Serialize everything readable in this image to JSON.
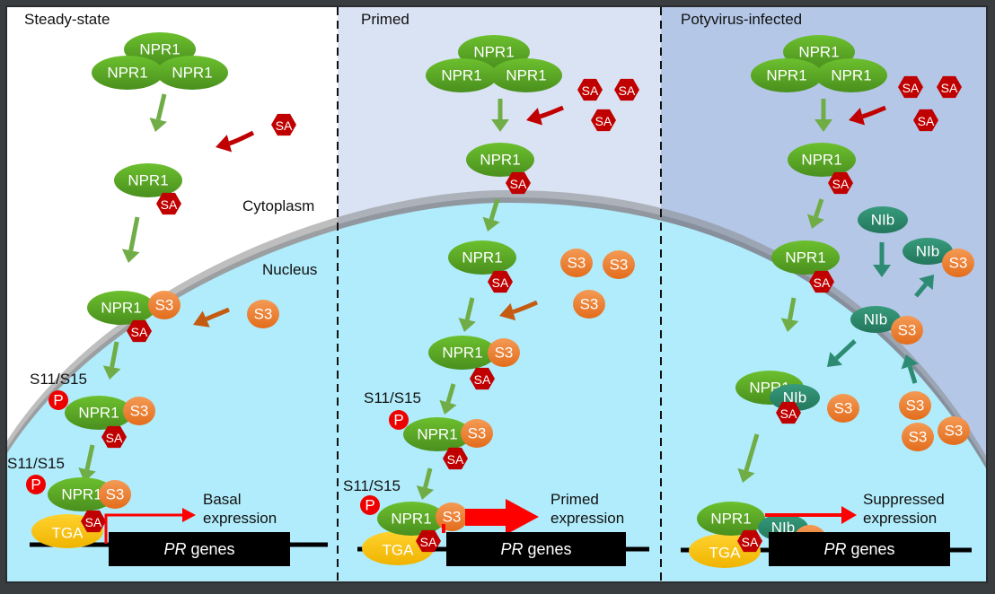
{
  "figure": {
    "panels": [
      {
        "id": "steady",
        "title": "Steady-state",
        "cytoplasm_label": "Cytoplasm",
        "nucleus_label": "Nucleus",
        "phospho_site_labels": [
          "S11/S15",
          "S11/S15"
        ],
        "expression_label_line1": "Basal",
        "expression_label_line2": "expression",
        "gene_label_italic": "PR",
        "gene_label_rest": " genes"
      },
      {
        "id": "primed",
        "title": "Primed",
        "phospho_site_labels": [
          "S11/S15",
          "S11/S15"
        ],
        "expression_label_line1": "Primed",
        "expression_label_line2": "expression",
        "gene_label_italic": "PR",
        "gene_label_rest": " genes"
      },
      {
        "id": "potyvirus",
        "title": "Potyvirus-infected",
        "expression_label_line1": "Suppressed",
        "expression_label_line2": "expression",
        "gene_label_italic": "PR",
        "gene_label_rest": " genes"
      }
    ],
    "molecules": {
      "npr1": "NPR1",
      "sa": "SA",
      "s3": "S3",
      "nib": "NIb",
      "tga": "TGA",
      "phospho": "P"
    },
    "colors": {
      "frame": "#3a3d40",
      "cytoplasm_steady": "#ffffff",
      "cytoplasm_primed": "#dae3f3",
      "cytoplasm_potyvirus": "#b4c7e7",
      "nucleus": "#b0ecfb",
      "npr1": "#5aa526",
      "sa": "#c00000",
      "s3": "#ed7d31",
      "nib": "#2e8b6e",
      "tga": "#f5c518",
      "phospho": "#ee0000",
      "arrow_green": "#70ad47",
      "arrow_red": "#c00000",
      "arrow_orange": "#c55a11",
      "arrow_teal": "#2e8b73",
      "expression_arrow": "#ff0000",
      "gene_box": "#000000"
    }
  }
}
